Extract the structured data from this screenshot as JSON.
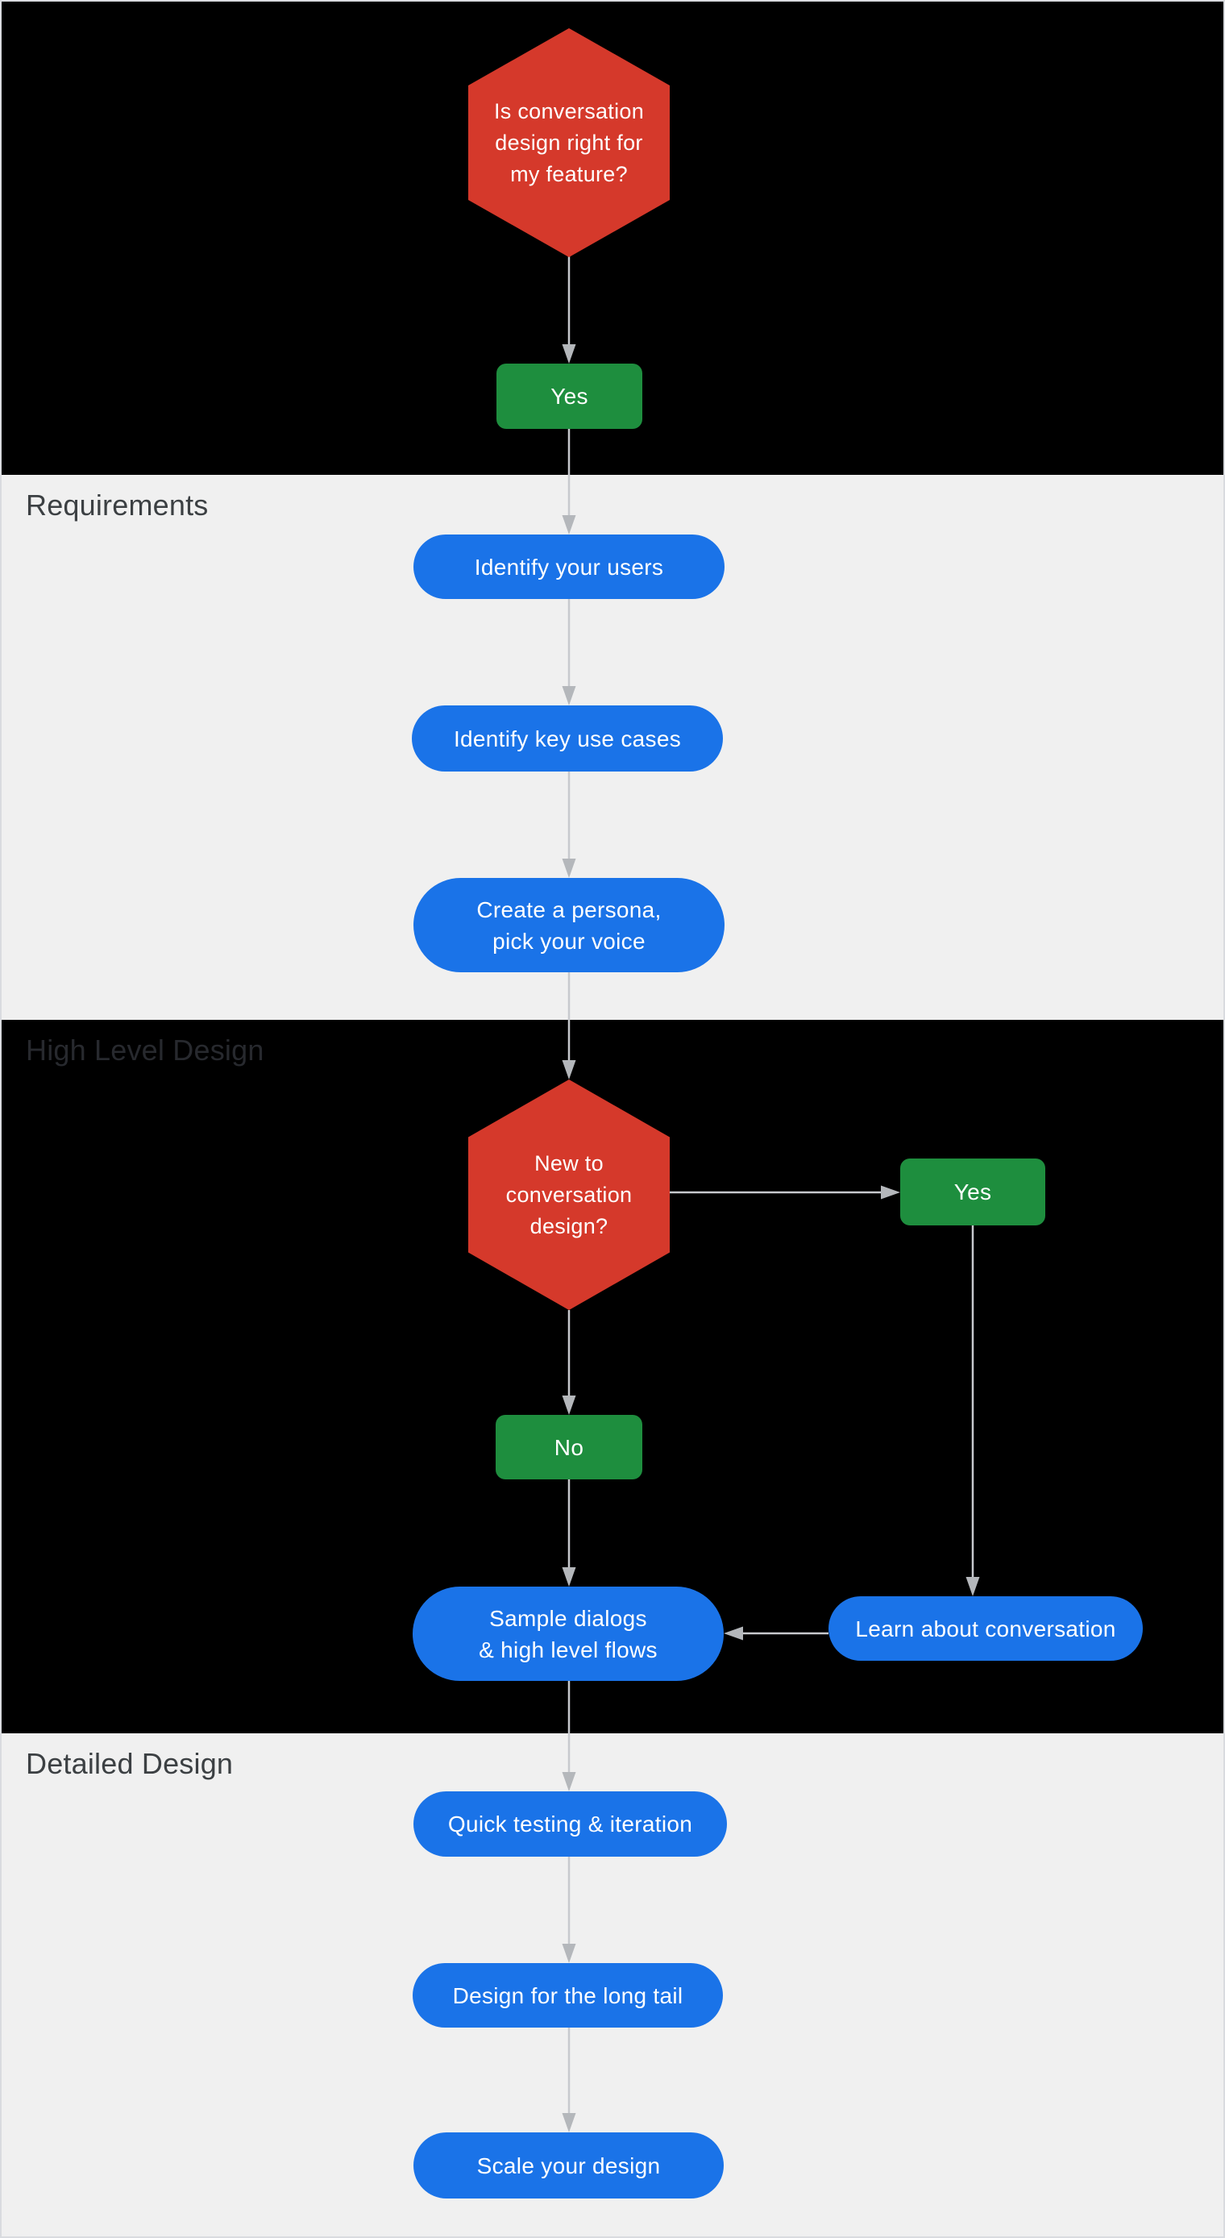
{
  "diagram": {
    "title_hint": "conversation-design-process-flowchart",
    "colors": {
      "canvas_border": "#d9dbdf",
      "dark_section_bg": "#000000",
      "light_section_bg": "#f0f0f0",
      "decision_red": "#d5392b",
      "answer_green": "#1e8e3e",
      "step_blue": "#1a73e8",
      "label_on_light": "#3c4043",
      "label_on_dark": "#27292e",
      "connector_line": "#c7c9cd",
      "connector_arrowhead": "#b4b7bb",
      "node_text": "#ffffff"
    }
  },
  "sections": {
    "requirements": {
      "label": "Requirements"
    },
    "high_level_design": {
      "label": "High Level Design"
    },
    "detailed_design": {
      "label": "Detailed Design"
    }
  },
  "nodes": {
    "decision_feature": {
      "lines": [
        "Is conversation",
        "design right for",
        "my feature?"
      ]
    },
    "answer_yes_1": {
      "label": "Yes"
    },
    "identify_users": {
      "label": "Identify your users"
    },
    "identify_use_cases": {
      "label": "Identify key use cases"
    },
    "create_persona": {
      "lines": [
        "Create a persona,",
        "pick your voice"
      ]
    },
    "decision_new": {
      "lines": [
        "New to",
        "conversation",
        "design?"
      ]
    },
    "answer_yes_2": {
      "label": "Yes"
    },
    "answer_no": {
      "label": "No"
    },
    "sample_dialogs": {
      "lines": [
        "Sample dialogs",
        "& high level flows"
      ]
    },
    "learn_conversation": {
      "label": "Learn about conversation"
    },
    "quick_testing": {
      "label": "Quick testing & iteration"
    },
    "long_tail": {
      "label": "Design for the long tail"
    },
    "scale_design": {
      "label": "Scale your design"
    }
  }
}
